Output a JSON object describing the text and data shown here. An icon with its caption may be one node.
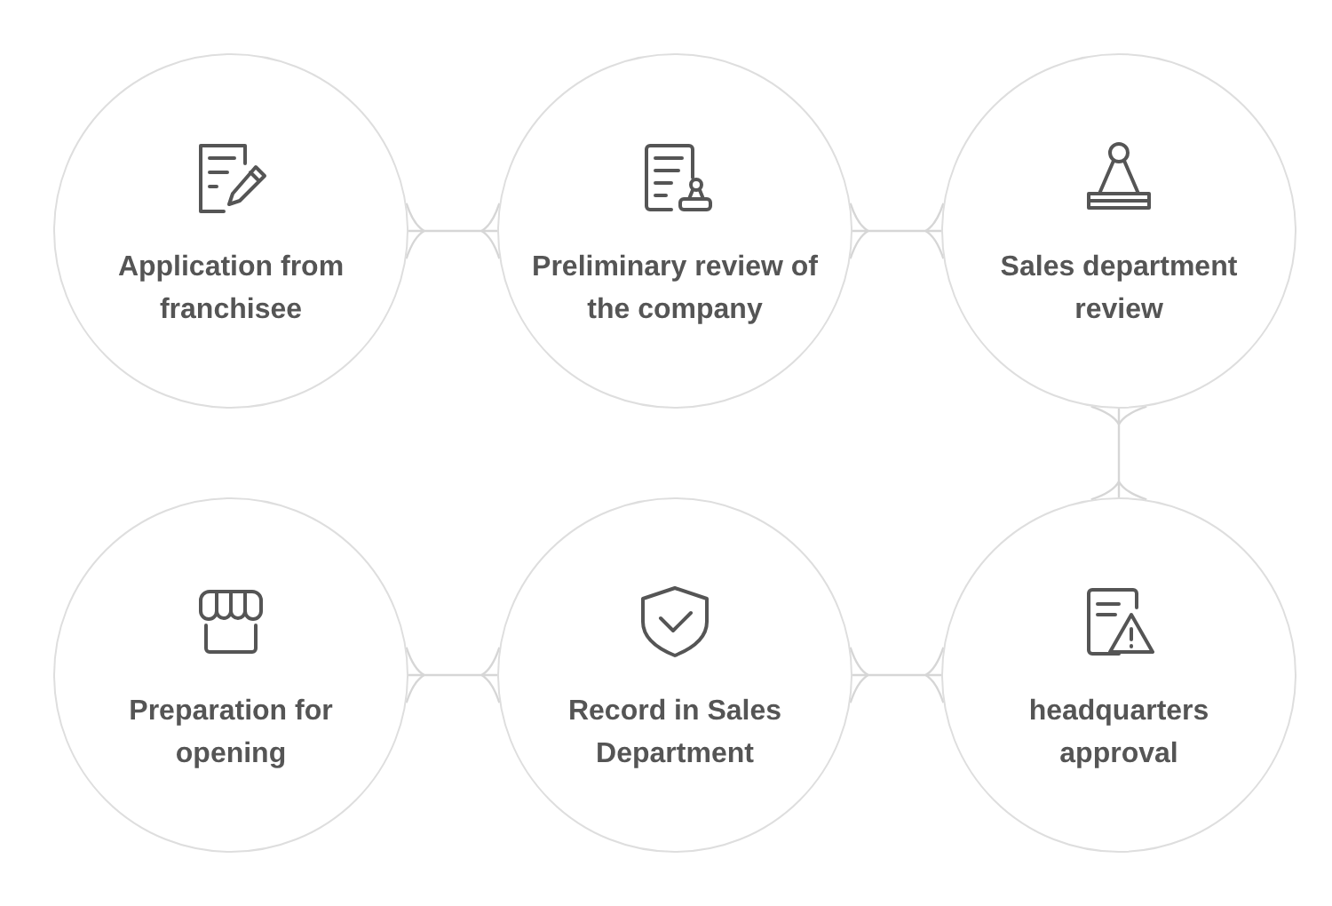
{
  "diagram": {
    "nodes": [
      {
        "text": [
          "Application from franchisee"
        ]
      },
      {
        "text": [
          "Preliminary review of the company"
        ]
      },
      {
        "text": [
          "Sales department review"
        ]
      },
      {
        "text": [
          "Preparation for opening"
        ]
      },
      {
        "text": [
          "Record in Sales Department"
        ]
      },
      {
        "text": [
          "headquarters approval"
        ]
      }
    ],
    "edges": [
      {
        "from": 0,
        "to": 1,
        "arrow": "none"
      },
      {
        "from": 1,
        "to": 2,
        "arrow": "none"
      },
      {
        "from": 2,
        "to": 5,
        "arrow": "none"
      },
      {
        "from": 5,
        "to": 4,
        "arrow": "none"
      },
      {
        "from": 4,
        "to": 3,
        "arrow": "none"
      }
    ]
  }
}
